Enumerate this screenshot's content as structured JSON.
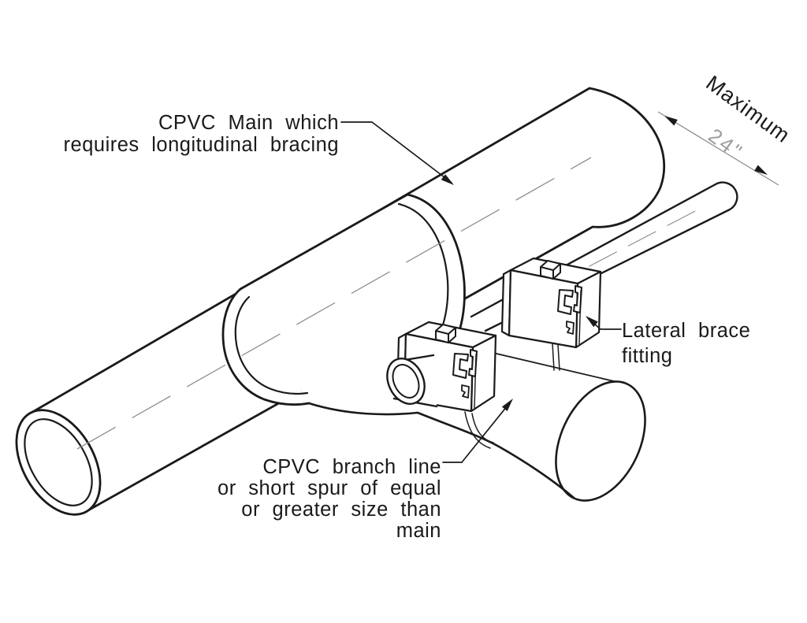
{
  "figure": {
    "labels": {
      "main_pipe": {
        "line1": "CPVC Main which",
        "line2": "requires longitudinal bracing"
      },
      "lateral_fitting": {
        "line1": "Lateral brace",
        "line2": "fitting"
      },
      "branch": {
        "line1": "CPVC branch line",
        "line2": "or short spur of equal",
        "line3": "or greater size than",
        "line4": "main"
      },
      "dimension": {
        "label": "Maximum",
        "value": "24\""
      }
    },
    "colors": {
      "ink": "#1a1a1a",
      "centerline": "#8f8f8f",
      "dimension_line": "#8f8f8f",
      "dimension_value": "#9c9c9c",
      "paper": "#ffffff"
    }
  }
}
